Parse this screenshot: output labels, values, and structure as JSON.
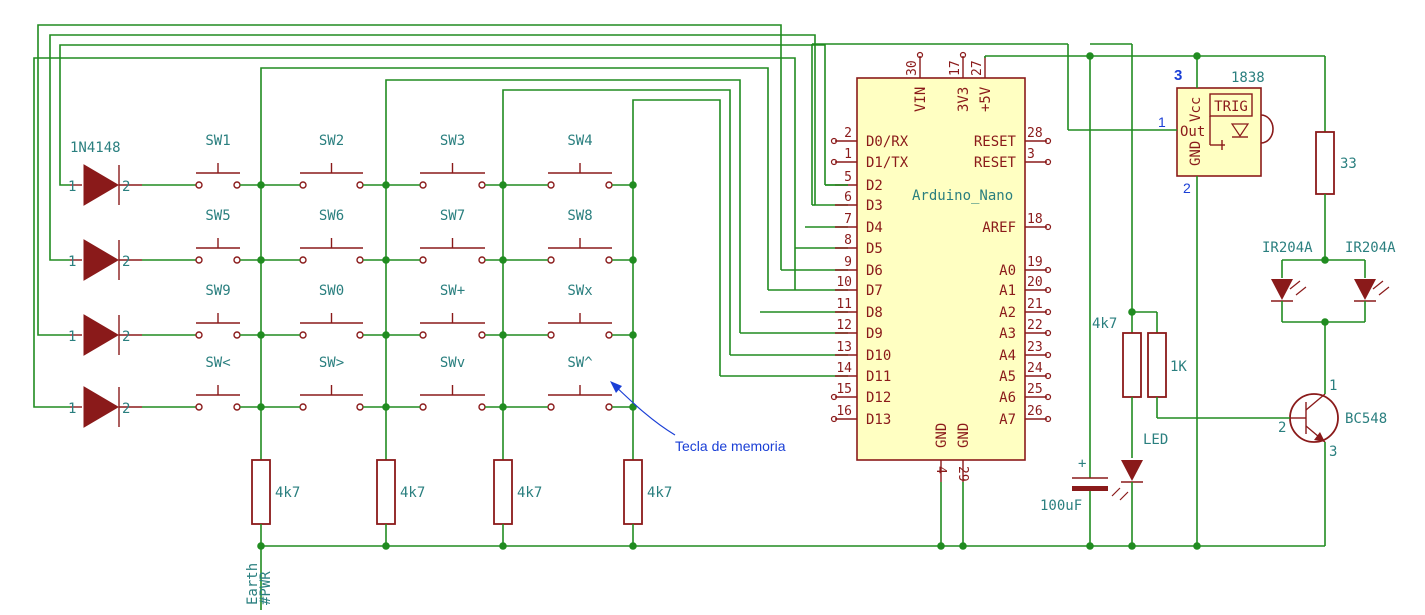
{
  "diodes": [
    {
      "ref": "1N4148",
      "pin1": "1",
      "pin2": "2"
    },
    {
      "pin1": "1",
      "pin2": "2"
    },
    {
      "pin1": "1",
      "pin2": "2"
    },
    {
      "pin1": "1",
      "pin2": "2"
    }
  ],
  "switches": [
    [
      "SW1",
      "SW2",
      "SW3",
      "SW4"
    ],
    [
      "SW5",
      "SW6",
      "SW7",
      "SW8"
    ],
    [
      "SW9",
      "SW0",
      "SW+",
      "SWx"
    ],
    [
      "SW<",
      "SW>",
      "SWv",
      "SW^"
    ]
  ],
  "pulldowns": [
    "4k7",
    "4k7",
    "4k7",
    "4k7"
  ],
  "annotation": "Tecla de memoria",
  "earth": {
    "label": "Earth",
    "ref": "#PWR"
  },
  "arduino": {
    "name": "Arduino_Nano",
    "left_pins": [
      {
        "num": "2",
        "name": "D0/RX"
      },
      {
        "num": "1",
        "name": "D1/TX"
      },
      {
        "num": "5",
        "name": "D2"
      },
      {
        "num": "6",
        "name": "D3"
      },
      {
        "num": "7",
        "name": "D4"
      },
      {
        "num": "8",
        "name": "D5"
      },
      {
        "num": "9",
        "name": "D6"
      },
      {
        "num": "10",
        "name": "D7"
      },
      {
        "num": "11",
        "name": "D8"
      },
      {
        "num": "12",
        "name": "D9"
      },
      {
        "num": "13",
        "name": "D10"
      },
      {
        "num": "14",
        "name": "D11"
      },
      {
        "num": "15",
        "name": "D12"
      },
      {
        "num": "16",
        "name": "D13"
      }
    ],
    "right_pins": [
      {
        "num": "28",
        "name": "RESET"
      },
      {
        "num": "3",
        "name": "RESET"
      },
      {
        "num": "18",
        "name": "AREF"
      },
      {
        "num": "19",
        "name": "A0"
      },
      {
        "num": "20",
        "name": "A1"
      },
      {
        "num": "21",
        "name": "A2"
      },
      {
        "num": "22",
        "name": "A3"
      },
      {
        "num": "23",
        "name": "A4"
      },
      {
        "num": "24",
        "name": "A5"
      },
      {
        "num": "25",
        "name": "A6"
      },
      {
        "num": "26",
        "name": "A7"
      }
    ],
    "top_pins": [
      {
        "num": "30",
        "name": "VIN"
      },
      {
        "num": "17",
        "name": "3V3"
      },
      {
        "num": "27",
        "name": "+5V"
      }
    ],
    "bottom_pins": [
      {
        "num": "4",
        "name": "GND"
      },
      {
        "num": "29",
        "name": "GND"
      }
    ]
  },
  "ir_receiver": {
    "ref": "1838",
    "trig": "TRIG",
    "vcc": "Vcc",
    "out": "Out",
    "gnd": "GND",
    "pin_vcc": "3",
    "pin_out": "1",
    "pin_gnd": "2"
  },
  "led_resistor": "33",
  "ir_leds": [
    "IR204A",
    "IR204A"
  ],
  "r_4k7": "4k7",
  "r_1k": "1K",
  "led": "LED",
  "capacitor": {
    "value": "100uF",
    "polarity": "+"
  },
  "transistor": {
    "ref": "BC548",
    "pin_c": "1",
    "pin_b": "2",
    "pin_e": "3"
  }
}
